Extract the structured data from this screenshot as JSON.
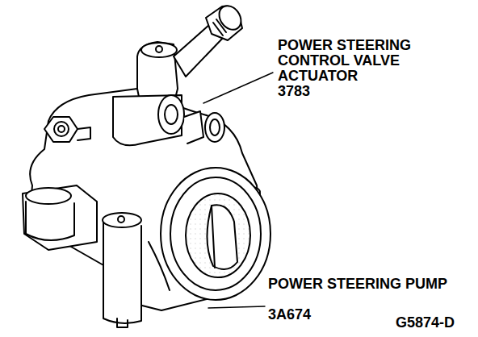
{
  "diagram": {
    "labels": [
      "POWER STEERING CONTROL VALVE ACTUATOR",
      "3783",
      "POWER STEERING PUMP",
      "3A674",
      "G5874-D"
    ]
  }
}
